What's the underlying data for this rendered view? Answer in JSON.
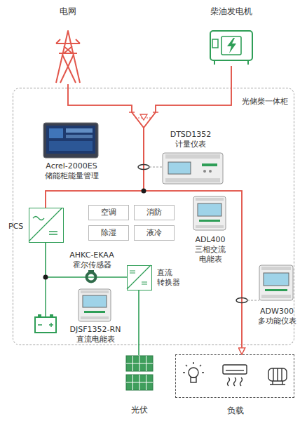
{
  "diagram": {
    "nodes": [
      {
        "text": [
          "电网"
        ]
      },
      {
        "text": [
          "柴油发电机"
        ]
      },
      {
        "text": [
          "光储柴一体柜"
        ]
      },
      {
        "text": [
          "Acrel-2000ES 储能柜能量管理"
        ],
        "in": 2
      },
      {
        "text": [
          "DTSD1352 计量仪表"
        ],
        "in": 2
      },
      {
        "text": [
          "PCS"
        ],
        "in": 2
      },
      {
        "text": [
          "空调"
        ],
        "in": 2
      },
      {
        "text": [
          "消防"
        ],
        "in": 2
      },
      {
        "text": [
          "除湿"
        ],
        "in": 2
      },
      {
        "text": [
          "液冷"
        ],
        "in": 2
      },
      {
        "text": [
          "ADL400 三相交流 电能表"
        ],
        "in": 2
      },
      {
        "text": [
          "AHKC-EKAA 霍尔传感器"
        ],
        "in": 2
      },
      {
        "text": [
          "直流 转换器"
        ],
        "in": 2
      },
      {
        "text": [
          "DJSF1352-RN 直流电能表"
        ],
        "in": 2
      },
      {
        "text": [
          "ADW300 多功能仪表"
        ],
        "in": 2
      },
      {
        "text": [
          "光伏"
        ]
      },
      {
        "text": [
          "负载"
        ]
      }
    ],
    "edges": [
      {
        "from": 0,
        "to": 5,
        "arrow": "none"
      },
      {
        "from": 1,
        "to": 5,
        "arrow": "none"
      },
      {
        "from": 0,
        "to": 16,
        "arrow": "to"
      },
      {
        "from": 1,
        "to": 16,
        "arrow": "to"
      },
      {
        "from": 5,
        "to": 12,
        "arrow": "none"
      },
      {
        "from": 12,
        "to": 15,
        "arrow": "none"
      }
    ]
  }
}
